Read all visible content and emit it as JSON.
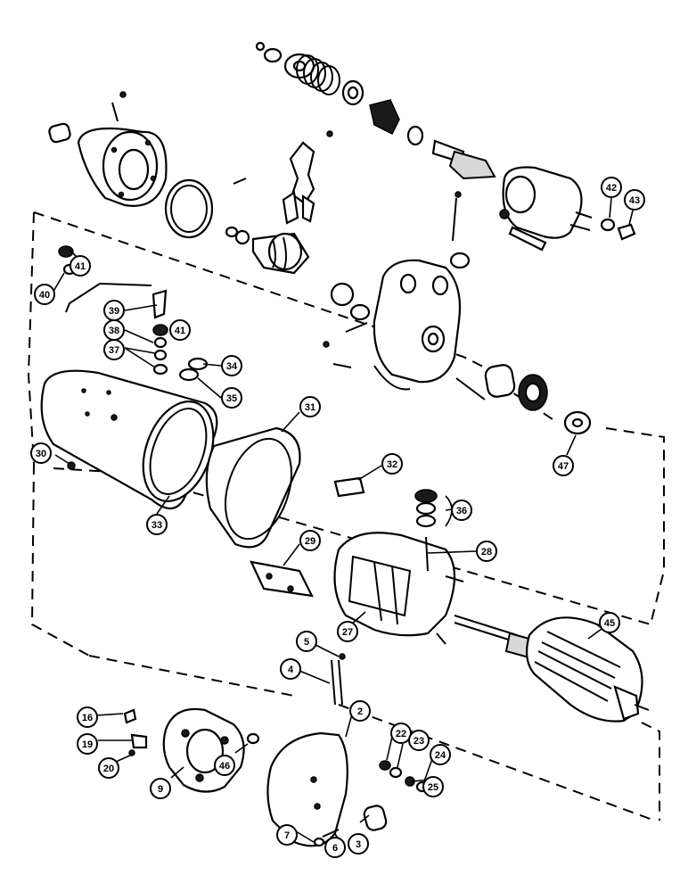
{
  "callouts": [
    {
      "id": "2",
      "label": "2"
    },
    {
      "id": "3",
      "label": "3"
    },
    {
      "id": "4",
      "label": "4"
    },
    {
      "id": "5",
      "label": "5"
    },
    {
      "id": "6",
      "label": "6"
    },
    {
      "id": "7",
      "label": "7"
    },
    {
      "id": "9",
      "label": "9"
    },
    {
      "id": "16",
      "label": "16"
    },
    {
      "id": "19",
      "label": "19"
    },
    {
      "id": "20",
      "label": "20"
    },
    {
      "id": "22",
      "label": "22"
    },
    {
      "id": "23",
      "label": "23"
    },
    {
      "id": "24",
      "label": "24"
    },
    {
      "id": "25",
      "label": "25"
    },
    {
      "id": "27",
      "label": "27"
    },
    {
      "id": "28",
      "label": "28"
    },
    {
      "id": "29",
      "label": "29"
    },
    {
      "id": "30",
      "label": "30"
    },
    {
      "id": "31",
      "label": "31"
    },
    {
      "id": "32",
      "label": "32"
    },
    {
      "id": "33",
      "label": "33"
    },
    {
      "id": "34",
      "label": "34"
    },
    {
      "id": "35",
      "label": "35"
    },
    {
      "id": "36",
      "label": "36"
    },
    {
      "id": "37",
      "label": "37"
    },
    {
      "id": "38",
      "label": "38"
    },
    {
      "id": "39",
      "label": "39"
    },
    {
      "id": "40",
      "label": "40"
    },
    {
      "id": "41a",
      "label": "41"
    },
    {
      "id": "41b",
      "label": "41"
    },
    {
      "id": "42",
      "label": "42"
    },
    {
      "id": "43",
      "label": "43"
    },
    {
      "id": "45",
      "label": "45"
    },
    {
      "id": "46",
      "label": "46"
    },
    {
      "id": "47",
      "label": "47"
    }
  ]
}
